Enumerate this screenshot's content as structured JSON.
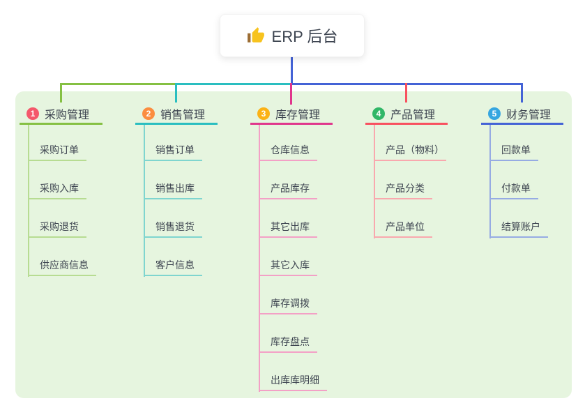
{
  "root": {
    "label": "ERP 后台",
    "icon": "thumbs-up-icon"
  },
  "branches": [
    {
      "badge": "1",
      "label": "采购管理",
      "color": "#85c043",
      "light_color": "#b7dc92",
      "badge_color": "#f4586b",
      "children": [
        "采购订单",
        "采购入库",
        "采购退货",
        "供应商信息"
      ]
    },
    {
      "badge": "2",
      "label": "销售管理",
      "color": "#2abec0",
      "light_color": "#7fd5cf",
      "badge_color": "#fb8d3f",
      "children": [
        "销售订单",
        "销售出库",
        "销售退货",
        "客户信息"
      ]
    },
    {
      "badge": "3",
      "label": "库存管理",
      "color": "#e0368c",
      "light_color": "#f3a0c6",
      "badge_color": "#fbb216",
      "children": [
        "仓库信息",
        "产品库存",
        "其它出库",
        "其它入库",
        "库存调拨",
        "库存盘点",
        "出库库明细"
      ]
    },
    {
      "badge": "4",
      "label": "产品管理",
      "color": "#f8515f",
      "light_color": "#f9a8ae",
      "badge_color": "#30b767",
      "children": [
        "产品（物料）",
        "产品分类",
        "产品单位"
      ]
    },
    {
      "badge": "5",
      "label": "财务管理",
      "color": "#4463d6",
      "light_color": "#96abe3",
      "badge_color": "#36a6e0",
      "children": [
        "回款单",
        "付款单",
        "结算账户"
      ]
    }
  ],
  "colors": {
    "canvas_bg": "#ffffff",
    "panel_bg": "#e6f5df",
    "root_connector": "#4463d6",
    "text": "#3d4450"
  }
}
